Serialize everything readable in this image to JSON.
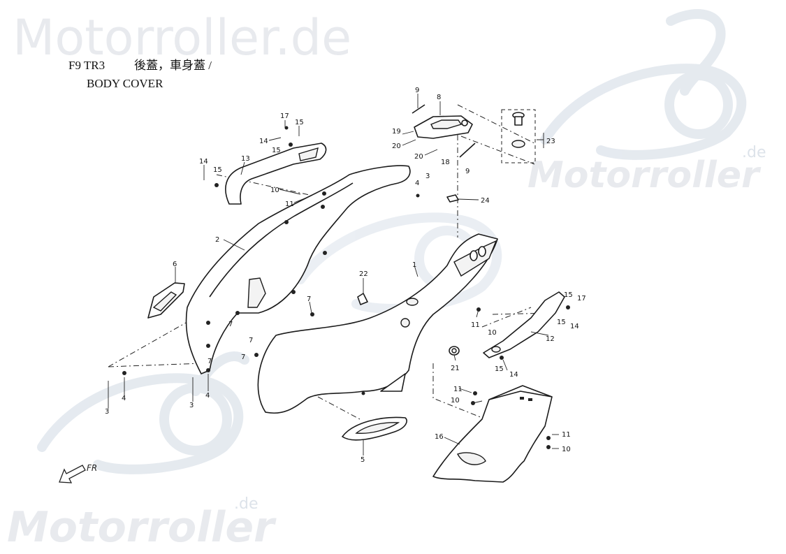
{
  "header": {
    "model_code": "F9 TR3",
    "title_chinese": "後蓋，車身蓋 /",
    "title_english": "BODY COVER"
  },
  "watermark": {
    "text_top": "Motorroller.de",
    "text_right": "Motorroller",
    "text_right_suffix": ".de",
    "text_bottom": "Motorroller",
    "text_bottom_suffix": ".de",
    "color": "#e8eaee"
  },
  "direction_indicator": {
    "label": "FR"
  },
  "callouts": [
    {
      "label": "9"
    },
    {
      "label": "8"
    },
    {
      "label": "19"
    },
    {
      "label": "20"
    },
    {
      "label": "20"
    },
    {
      "label": "18"
    },
    {
      "label": "9"
    },
    {
      "label": "23"
    },
    {
      "label": "24"
    },
    {
      "label": "17"
    },
    {
      "label": "15"
    },
    {
      "label": "14"
    },
    {
      "label": "15"
    },
    {
      "label": "14"
    },
    {
      "label": "15"
    },
    {
      "label": "13"
    },
    {
      "label": "10"
    },
    {
      "label": "11"
    },
    {
      "label": "4"
    },
    {
      "label": "3"
    },
    {
      "label": "2"
    },
    {
      "label": "6"
    },
    {
      "label": "7"
    },
    {
      "label": "7"
    },
    {
      "label": "7"
    },
    {
      "label": "7"
    },
    {
      "label": "7"
    },
    {
      "label": "22"
    },
    {
      "label": "1"
    },
    {
      "label": "11"
    },
    {
      "label": "10"
    },
    {
      "label": "15"
    },
    {
      "label": "17"
    },
    {
      "label": "15"
    },
    {
      "label": "14"
    },
    {
      "label": "12"
    },
    {
      "label": "21"
    },
    {
      "label": "15"
    },
    {
      "label": "14"
    },
    {
      "label": "3"
    },
    {
      "label": "4"
    },
    {
      "label": "3"
    },
    {
      "label": "4"
    },
    {
      "label": "11"
    },
    {
      "label": "10"
    },
    {
      "label": "16"
    },
    {
      "label": "11"
    },
    {
      "label": "10"
    },
    {
      "label": "5"
    }
  ]
}
